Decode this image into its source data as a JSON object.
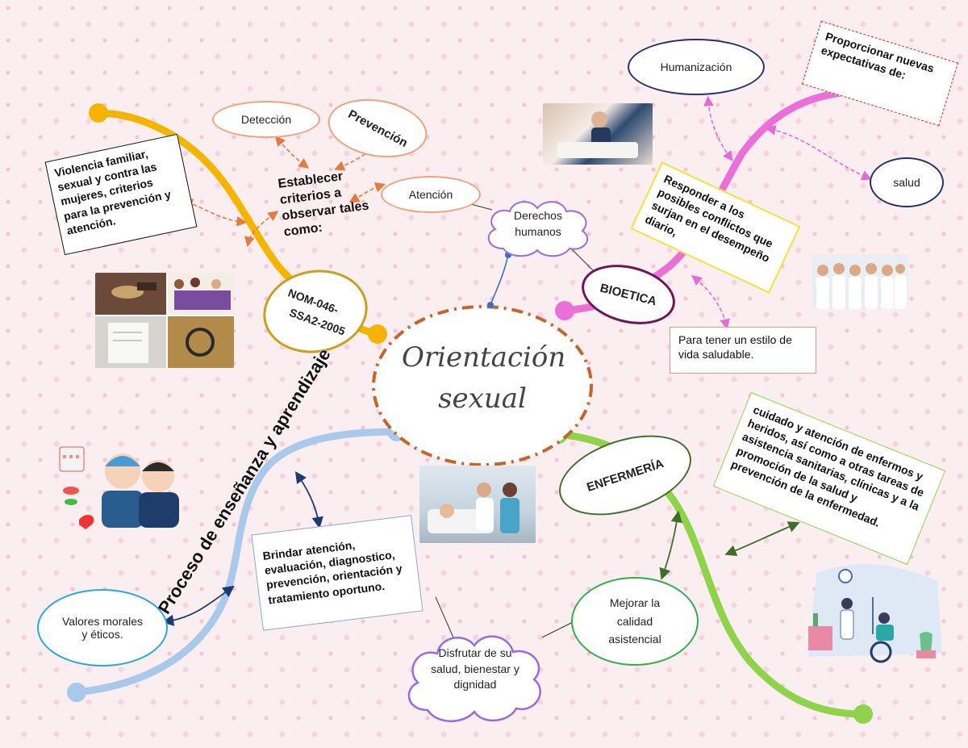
{
  "central": {
    "line1": "Orientación",
    "line2": "sexual"
  },
  "branches": {
    "nom": {
      "label_line1": "NOM-046-",
      "label_line2": "SSA2-2005",
      "color": "#f5b400"
    },
    "bioetica": {
      "label": "BIOETICA",
      "color": "#ea6fd8"
    },
    "proceso": {
      "label": "Proceso de enseñanza y aprendizaje",
      "color": "#a9c9ea"
    },
    "enfermeria": {
      "label": "ENFERMERÍA",
      "color": "#8fd34a"
    }
  },
  "nom_nodes": {
    "violencia": "Violencia familiar, sexual y contra las mujeres, criterios para la prevención y atención.",
    "deteccion": "Detección",
    "prevencion": "Prevención",
    "atencion": "Atención",
    "establecer": "Establecer criterios a observar tales como:"
  },
  "bioetica_nodes": {
    "humanizacion": "Humanización",
    "proporcionar": "Proporcionar nuevas expectativas de:",
    "salud": "salud",
    "responder": "Responder a los posibles conflictos que surjan en el desempeño diario,",
    "estilo": "Para tener un estilo de vida saludable.",
    "derechos": "Derechos humanos"
  },
  "proceso_nodes": {
    "brindar": "Brindar atención, evaluación, diagnostico, prevención, orientación y tratamiento oportuno.",
    "valores": "Valores morales y éticos.",
    "disfrutar": "Disfrutar de su salud, bienestar y dignidad"
  },
  "enfermeria_nodes": {
    "cuidado": "cuidado y atención de enfermos y heridos, así como a otras tareas de asistencia sanitarias, clínicas y a la promoción de la salud y prevención de la enfermedad.",
    "mejorar": "Mejorar la calidad asistencial"
  },
  "colors": {
    "orange_connector": "#e8783c",
    "pink_connector": "#e46bd6",
    "navy_connector": "#1e3a6e",
    "green_connector": "#3f6e2a",
    "central_border": "#c8642a"
  }
}
